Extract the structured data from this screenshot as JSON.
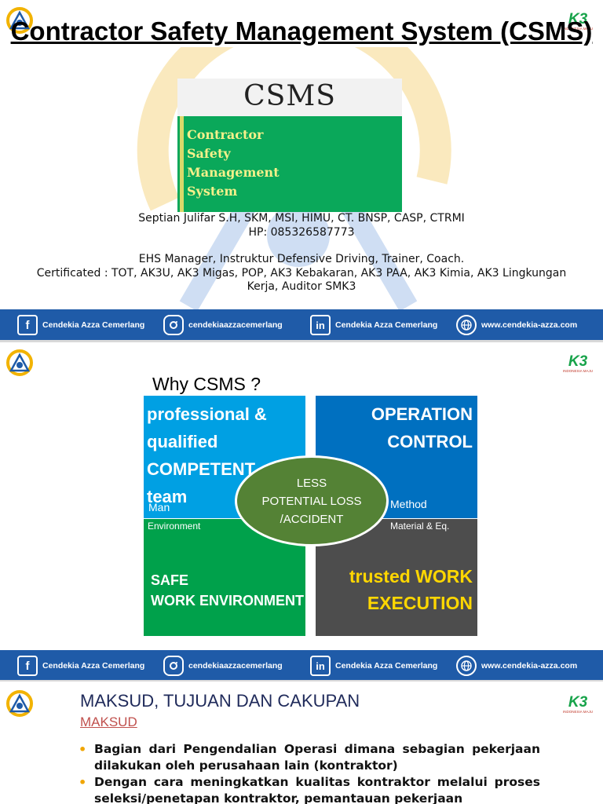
{
  "slide1": {
    "title": "Contractor Safety Management System (CSMS)",
    "book": {
      "heading": "CSMS",
      "lines": [
        "Contractor",
        "Safety",
        "Management",
        "System"
      ]
    },
    "info": {
      "line1": "Septian Julifar S.H, SKM, MSI, HIMU, CT. BNSP, CASP, CTRMI",
      "line2": "HP: 085326587773",
      "line3": "EHS Manager, Instruktur Defensive Driving, Trainer, Coach.",
      "line4": "Certificated : TOT, AK3U, AK3 Migas, POP, AK3 Kebakaran, AK3 PAA, AK3 Kimia, AK3 Lingkungan",
      "line5": "Kerja, Auditor SMK3"
    }
  },
  "footer": {
    "facebook": "Cendekia Azza Cemerlang",
    "instagram": "cendekiaazzacemerlang",
    "linkedin": "Cendekia Azza Cemerlang",
    "website": "www.cendekia-azza.com",
    "fb_glyph": "f",
    "in_glyph": "in"
  },
  "logo_right_text": "K3",
  "logo_right_sub": "INDONESIA MAJU",
  "slide2": {
    "title": "Why CSMS ?",
    "q1": {
      "text1": "professional &",
      "text2": "qualified",
      "text3": "COMPETENT",
      "text4": "team",
      "label": "Man"
    },
    "q2": {
      "text1": "OPERATION",
      "text2": "CONTROL",
      "label": "Method"
    },
    "q3": {
      "text1": "SAFE",
      "text2": "WORK ENVIRONMENT",
      "label": "Environment"
    },
    "q4": {
      "text1": "trusted WORK",
      "text2": "EXECUTION",
      "label": "Material & Eq."
    },
    "center": {
      "line1": "LESS",
      "line2": "POTENTIAL LOSS",
      "line3": "/ACCIDENT"
    }
  },
  "slide3": {
    "title": "MAKSUD, TUJUAN DAN CAKUPAN",
    "subtitle": "MAKSUD",
    "bullets": [
      "Bagian dari Pengendalian Operasi dimana sebagian pekerjaan dilakukan oleh perusahaan lain (kontraktor)",
      "Dengan cara meningkatkan kualitas kontraktor melalui proses seleksi/penetapan kontraktor, pemantauan pekerjaan"
    ]
  },
  "colors": {
    "footer_bg": "#1f5ba8",
    "q1": "#00a0e3",
    "q2": "#0070c0",
    "q3": "#00a14b",
    "q4": "#4d4d4d",
    "oval": "#548235",
    "execution_text": "#ffd700"
  }
}
